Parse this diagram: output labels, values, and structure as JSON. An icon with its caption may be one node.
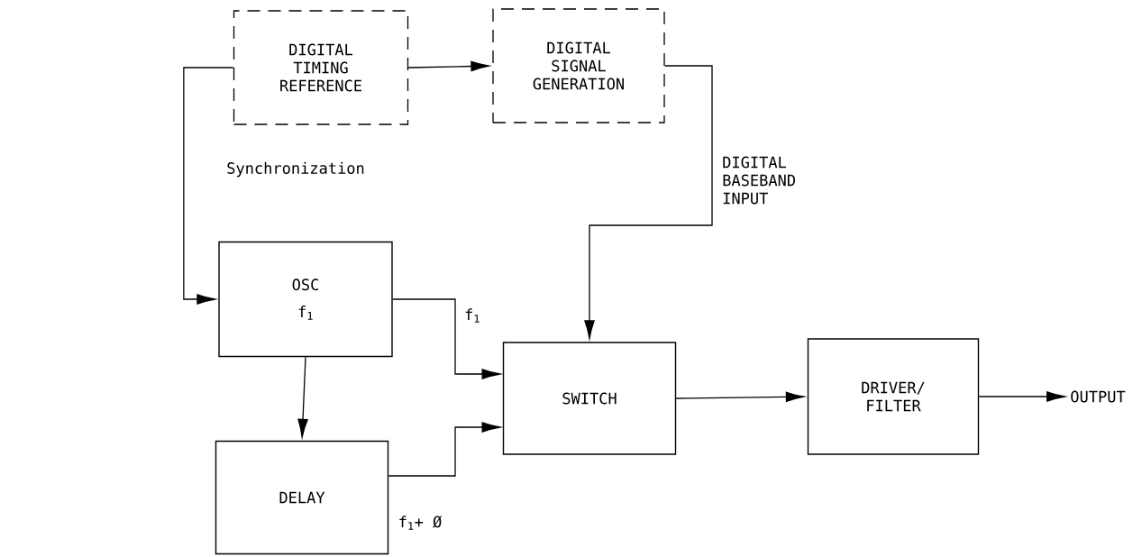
{
  "diagram": {
    "nodes": [
      {
        "text": [
          "DIGITAL TIMING REFERENCE"
        ]
      },
      {
        "text": [
          "DIGITAL SIGNAL GENERATION"
        ]
      },
      {
        "text": [
          "OSC",
          "f$_{1}$"
        ]
      },
      {
        "text": [
          "DELAY"
        ]
      },
      {
        "text": [
          "SWITCH"
        ]
      },
      {
        "text": [
          "DRIVER/ FILTER"
        ]
      },
      {
        "text": [
          "OUTPUT"
        ]
      }
    ],
    "edges": [
      {
        "from": 0,
        "to": 1,
        "arrow": "to"
      },
      {
        "from": 0,
        "to": 2,
        "arrow": "to",
        "label": "Synchronization"
      },
      {
        "from": 1,
        "to": 4,
        "arrow": "to",
        "label": "DIGITAL BASEBAND INPUT"
      },
      {
        "from": 2,
        "to": 4,
        "arrow": "to",
        "label": "f$_{1}$"
      },
      {
        "from": 2,
        "to": 3,
        "arrow": "to"
      },
      {
        "from": 3,
        "to": 4,
        "arrow": "to",
        "label": "f$_{1}$+ Ø"
      },
      {
        "from": 4,
        "to": 5,
        "arrow": "to"
      },
      {
        "from": 5,
        "to": 6,
        "arrow": "to"
      }
    ]
  }
}
